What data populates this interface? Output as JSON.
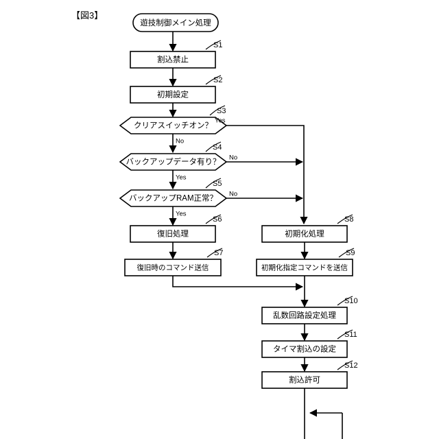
{
  "figure": {
    "label": "【図3】",
    "title": "遊技制御メイン処理"
  },
  "nodes": [
    {
      "id": "start",
      "type": "terminator",
      "text": "遊技制御メイン処理",
      "step": ""
    },
    {
      "id": "s1",
      "type": "process",
      "text": "割込禁止",
      "step": "S1"
    },
    {
      "id": "s2",
      "type": "process",
      "text": "初期設定",
      "step": "S2"
    },
    {
      "id": "s3",
      "type": "decision",
      "text": "クリアスイッチオン？",
      "step": "S3"
    },
    {
      "id": "s4",
      "type": "decision",
      "text": "バックアップデータ有り？",
      "step": "S4"
    },
    {
      "id": "s5",
      "type": "decision",
      "text": "バックアップRAM正常？",
      "step": "S5"
    },
    {
      "id": "s6",
      "type": "process",
      "text": "復旧処理",
      "step": "S6"
    },
    {
      "id": "s7",
      "type": "process",
      "text": "復旧時のコマンド送信",
      "step": "S7"
    },
    {
      "id": "s8",
      "type": "process",
      "text": "初期化処理",
      "step": "S8"
    },
    {
      "id": "s9",
      "type": "process",
      "text": "初期化指定コマンドを送信",
      "step": "S9"
    },
    {
      "id": "s10",
      "type": "process",
      "text": "乱数回路設定処理",
      "step": "S10"
    },
    {
      "id": "s11",
      "type": "process",
      "text": "タイマ割込の設定",
      "step": "S11"
    },
    {
      "id": "s12",
      "type": "process",
      "text": "割込許可",
      "step": "S12"
    }
  ],
  "edge_labels": {
    "s3_yes": "Yes",
    "s3_no": "No",
    "s4_no": "No",
    "s4_yes": "Yes",
    "s5_no": "No",
    "s5_yes": "Yes"
  },
  "colors": {
    "stroke": "#000000",
    "fill": "#ffffff",
    "background": "#ffffff"
  }
}
